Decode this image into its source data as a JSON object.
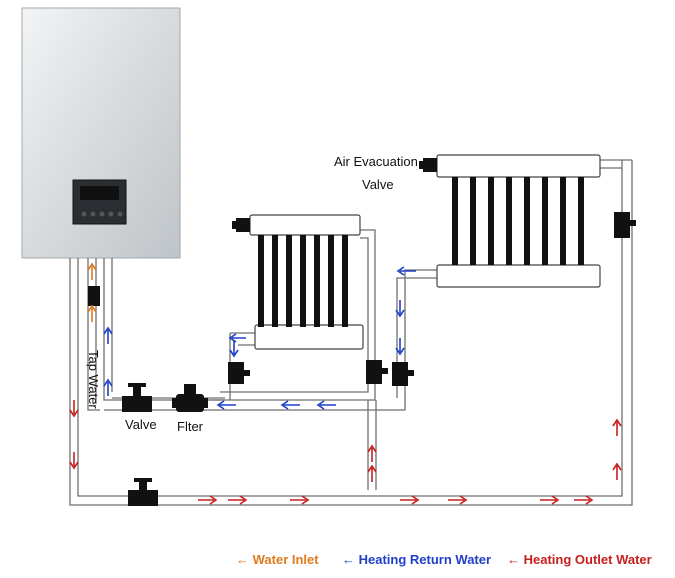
{
  "labels": {
    "air_evacuation_line1": "Air Evacuation",
    "air_evacuation_line2": "Valve",
    "tap_water": "Tap Water",
    "valve": "Valve",
    "filter": "Flter"
  },
  "legend": [
    {
      "label": "Water Inlet",
      "color": "#e07a1f"
    },
    {
      "label": "Heating Return Water",
      "color": "#1f3fc8"
    },
    {
      "label": "Heating Outlet Water",
      "color": "#c81e1e"
    }
  ],
  "colors": {
    "boiler_body": "#d9dde0",
    "pipe": "#7a7a7a",
    "valve": "#111111"
  }
}
